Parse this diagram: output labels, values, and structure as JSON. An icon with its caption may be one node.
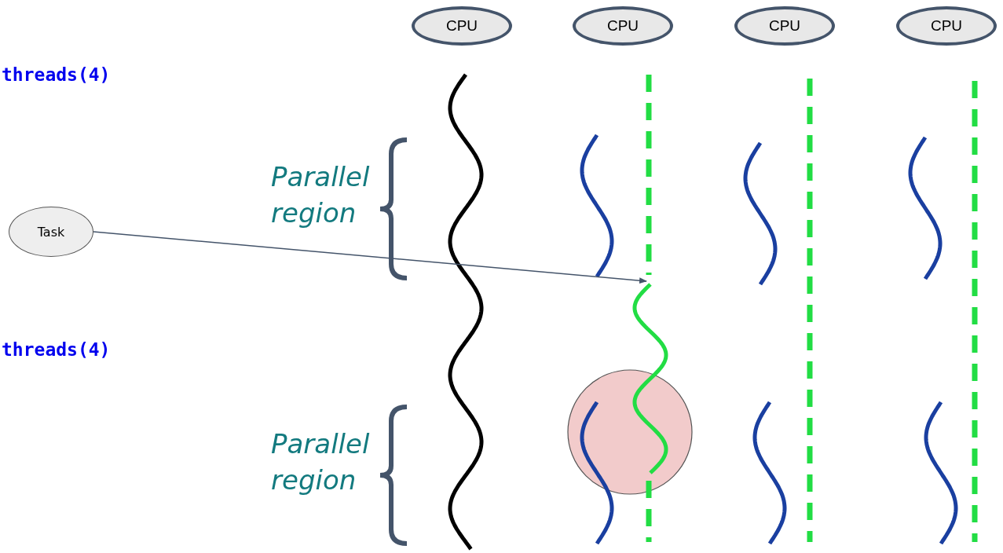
{
  "diagram": {
    "nodes": [
      {
        "text": [
          "CPU"
        ]
      },
      {
        "text": [
          "CPU"
        ]
      },
      {
        "text": [
          "CPU"
        ]
      },
      {
        "text": [
          "CPU"
        ]
      },
      {
        "text": [
          "Task"
        ]
      },
      {
        "text": [],
        "shape": "wave"
      }
    ],
    "edges": [
      {
        "from": 4,
        "to": 5,
        "arrow": "to"
      }
    ],
    "labels": [
      "threads(4)",
      "Parallel region",
      "threads(4)",
      "Parallel region"
    ]
  }
}
